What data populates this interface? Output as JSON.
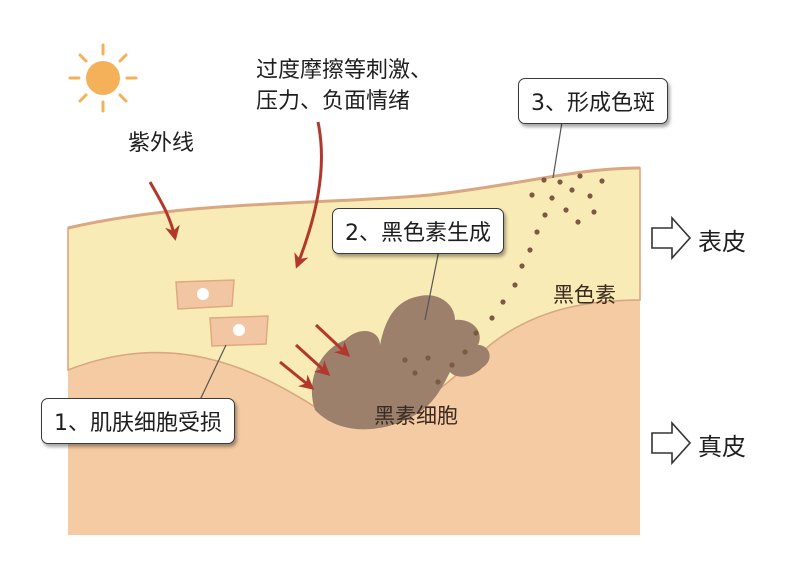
{
  "labels": {
    "uv": "紫外线",
    "stress_line1": "过度摩擦等刺激、",
    "stress_line2": "压力、负面情绪",
    "step1": "1、肌肤细胞受损",
    "step2": "2、黑色素生成",
    "step3": "3、形成色斑",
    "epidermis": "表皮",
    "dermis": "真皮",
    "melanin": "黑色素",
    "melanocyte": "黑素细胞"
  },
  "colors": {
    "epidermis": "#f9ebb5",
    "dermis": "#f5cba3",
    "skin_outline": "#d9a781",
    "arrow_red": "#b2382b",
    "melanocyte": "#9c806c",
    "melanin_dot": "#7a5a40",
    "sun": "#f4b15a"
  },
  "icons": [
    "sun-icon",
    "arrow-right-outline-icon"
  ]
}
